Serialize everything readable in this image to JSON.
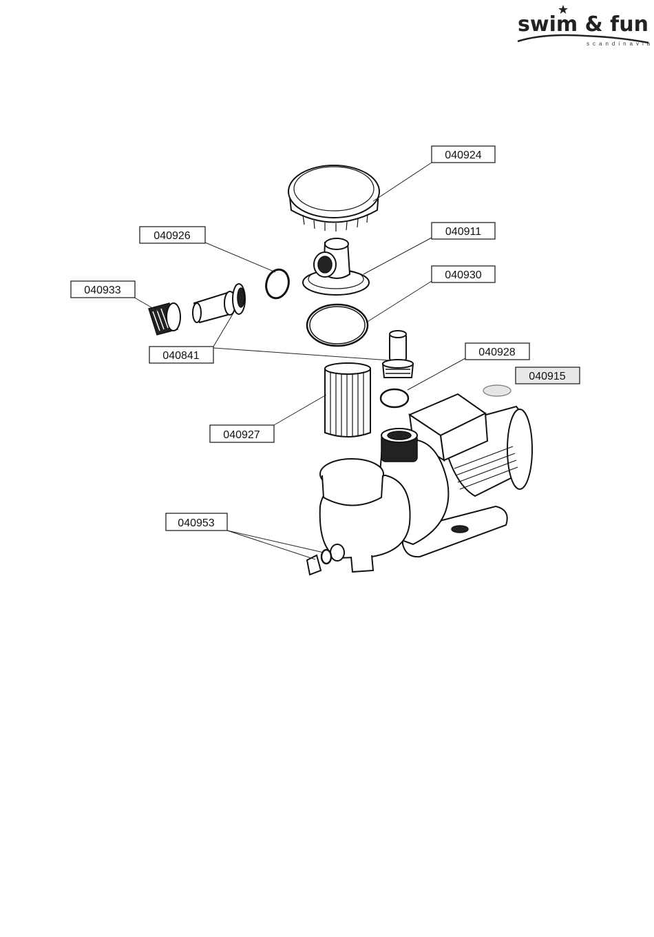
{
  "brand": {
    "name": "swim & fun",
    "tagline": "scandinavia"
  },
  "diagram": {
    "labels": [
      "040924",
      "040926",
      "040911",
      "040930",
      "040933",
      "040841",
      "040928",
      "040915",
      "040927",
      "040953"
    ]
  },
  "colors": {
    "line": "#111111",
    "label_box_border": "#222222",
    "label_915_fill": "#e9e9e9"
  }
}
